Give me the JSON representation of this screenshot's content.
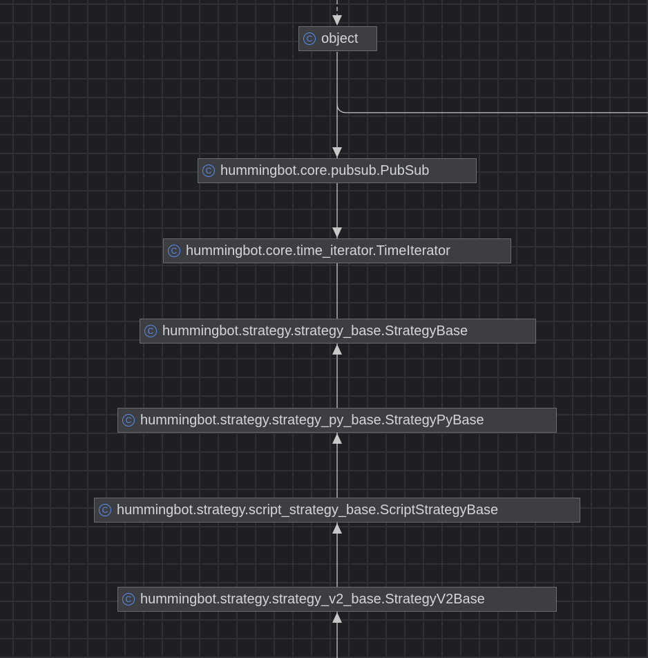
{
  "diagram": {
    "icon": "class-icon",
    "icon_glyph": "C",
    "accent": "#5b8def",
    "nodes": [
      {
        "label": "object"
      },
      {
        "label": "hummingbot.core.pubsub.PubSub"
      },
      {
        "label": "hummingbot.core.time_iterator.TimeIterator"
      },
      {
        "label": "hummingbot.strategy.strategy_base.StrategyBase"
      },
      {
        "label": "hummingbot.strategy.strategy_py_base.StrategyPyBase"
      },
      {
        "label": "hummingbot.strategy.script_strategy_base.ScriptStrategyBase"
      },
      {
        "label": "hummingbot.strategy.strategy_v2_base.StrategyV2Base"
      }
    ]
  }
}
